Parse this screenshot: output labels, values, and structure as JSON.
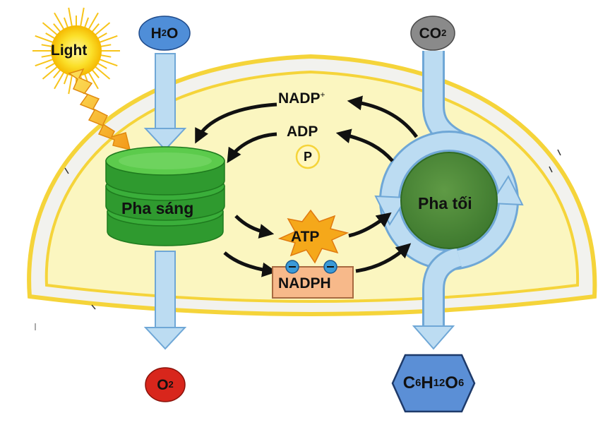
{
  "inputs": {
    "light": "Light",
    "water": {
      "base": "H",
      "sub": "2",
      "rest": "O"
    },
    "co2": {
      "base": "CO",
      "sub": "2"
    }
  },
  "stages": {
    "light_phase": "Pha sáng",
    "dark_phase": "Pha tối"
  },
  "molecules": {
    "nadp": "NADP",
    "nadp_charge": "+",
    "adp": "ADP",
    "phosphate": "P",
    "atp": "ATP",
    "nadph": "NADPH"
  },
  "outputs": {
    "oxygen": {
      "base": "O",
      "sub": "2"
    },
    "glucose": {
      "c": "C",
      "c_sub": "6",
      "h": "H",
      "h_sub": "12",
      "o": "O",
      "o_sub": "6"
    }
  },
  "colors": {
    "stroma": "#fbf6c0",
    "membrane": "#f5d43a",
    "thylakoid": "#3aae3a",
    "dark_circle": "#4f8a3a",
    "flow_arrow": "#bcdcf2",
    "water_badge": "#4f8ed8",
    "co2_badge": "#8a8a8a",
    "oxygen_badge": "#d8261c",
    "glucose_badge": "#5b8fd6"
  }
}
